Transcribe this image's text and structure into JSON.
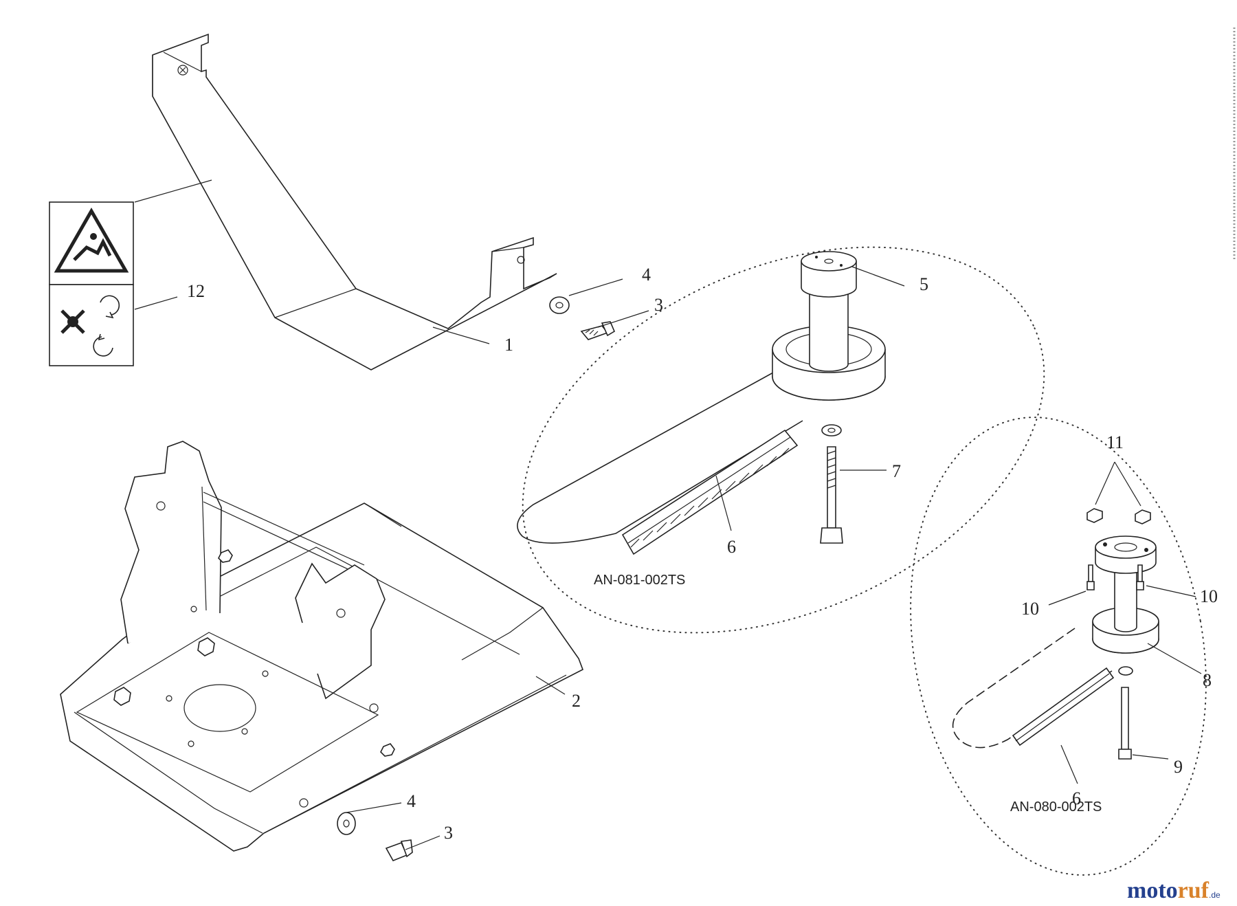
{
  "diagram": {
    "callouts": {
      "c1": "1",
      "c2": "2",
      "c3a": "3",
      "c3b": "3",
      "c4a": "4",
      "c4b": "4",
      "c5": "5",
      "c6a": "6",
      "c6b": "6",
      "c7": "7",
      "c8": "8",
      "c9": "9",
      "c10a": "10",
      "c10b": "10",
      "c11": "11",
      "c12": "12"
    },
    "kits": {
      "upper": "AN-081-002TS",
      "lower": "AN-080-002TS"
    },
    "watermark": {
      "part1": "moto",
      "part2": "ruf",
      "suffix": ".de"
    }
  }
}
